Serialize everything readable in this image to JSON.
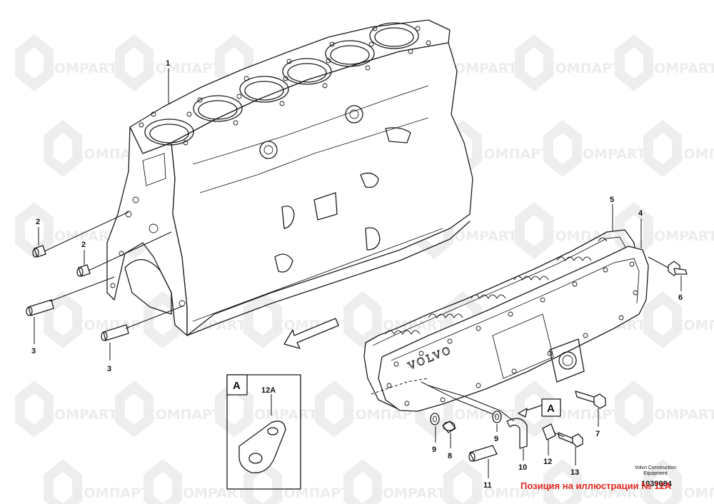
{
  "watermark": {
    "text_latin": "COMPART",
    "text_cyrillic": "КОМПАРТ"
  },
  "callouts": {
    "c1": "1",
    "c2a": "2",
    "c2b": "2",
    "c3a": "3",
    "c3b": "3",
    "c4": "4",
    "c5": "5",
    "c6": "6",
    "c7": "7",
    "c8": "8",
    "c9a": "9",
    "c9b": "9",
    "c10": "10",
    "c11": "11",
    "c12": "12",
    "c12a": "12A",
    "c13": "13"
  },
  "detail_view": {
    "letter": "A",
    "ref_letter": "A"
  },
  "cover_brand": "VOLVO",
  "footer": {
    "source_line1": "Volvo Construction",
    "source_line2": "Equipment",
    "illustration_id": "1039084",
    "position_note": "Позиция на иллюстрации № 12A"
  }
}
